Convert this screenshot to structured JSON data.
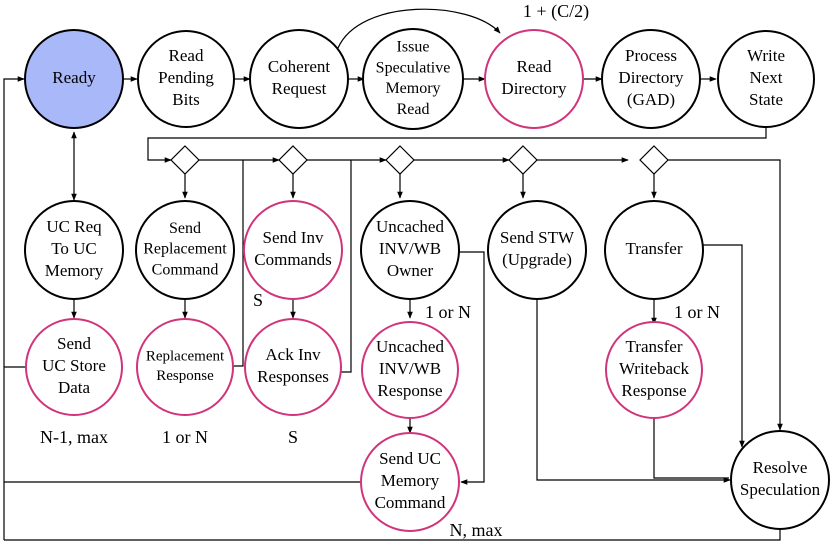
{
  "colors": {
    "ready_fill": "#a8b8f8",
    "black_stroke": "#000000",
    "magenta_stroke": "#d0347a",
    "node_fill": "#ffffff"
  },
  "nodes": {
    "ready": {
      "label": [
        "Ready"
      ]
    },
    "read_pending_bits": {
      "label": [
        "Read",
        "Pending",
        "Bits"
      ]
    },
    "coherent_request": {
      "label": [
        "Coherent",
        "Request"
      ]
    },
    "issue_speculative_memory_read": {
      "label": [
        "Issue",
        "Speculative",
        "Memory",
        "Read"
      ]
    },
    "read_directory": {
      "label": [
        "Read",
        "Directory"
      ]
    },
    "process_directory": {
      "label": [
        "Process",
        "Directory",
        "(GAD)"
      ]
    },
    "write_next_state": {
      "label": [
        "Write",
        "Next",
        "State"
      ]
    },
    "uc_req_to_uc_memory": {
      "label": [
        "UC Req",
        "To UC",
        "Memory"
      ]
    },
    "send_replacement_command": {
      "label": [
        "Send",
        "Replacement",
        "Command"
      ]
    },
    "send_inv_commands": {
      "label": [
        "Send Inv",
        "Commands"
      ]
    },
    "uncached_inv_wb_owner": {
      "label": [
        "Uncached",
        "INV/WB",
        "Owner"
      ]
    },
    "send_stw_upgrade": {
      "label": [
        "Send STW",
        "(Upgrade)"
      ]
    },
    "transfer": {
      "label": [
        "Transfer"
      ]
    },
    "send_uc_store_data": {
      "label": [
        "Send",
        "UC Store",
        "Data"
      ]
    },
    "replacement_response": {
      "label": [
        "Replacement",
        "Response"
      ]
    },
    "ack_inv_responses": {
      "label": [
        "Ack Inv",
        "Responses"
      ]
    },
    "uncached_inv_wb_response": {
      "label": [
        "Uncached",
        "INV/WB",
        "Response"
      ]
    },
    "transfer_writeback_response": {
      "label": [
        "Transfer",
        "Writeback",
        "Response"
      ]
    },
    "send_uc_memory_command": {
      "label": [
        "Send UC",
        "Memory",
        "Command"
      ]
    },
    "resolve_speculation": {
      "label": [
        "Resolve",
        "Speculation"
      ]
    }
  },
  "annotations": {
    "read_directory_latency": "1 + (C/2)",
    "uc_store_count": "N-1, max",
    "replacement_count": "1 or N",
    "inv_commands_count": "S",
    "ack_inv_count": "S",
    "uncached_response_count": "1 or N",
    "transfer_response_count": "1 or N",
    "uc_memory_command_count": "N, max"
  }
}
